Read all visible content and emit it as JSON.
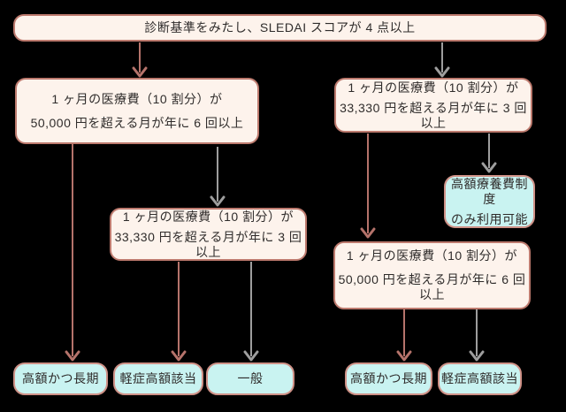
{
  "colors": {
    "background": "#000000",
    "condition_box_fill": "#fdf3ec",
    "condition_box_border": "#bd7a6e",
    "result_box_fill": "#c9f3f1",
    "result_box_border": "#cf9187",
    "arrow_accent_red": "#b5736b",
    "arrow_neutral_gray": "#9e9e9e",
    "text": "#2f2c2b"
  },
  "flowchart": {
    "root": {
      "text": "診断基準をみたし、SLEDAI スコアが 4 点以上"
    },
    "left_branch": {
      "condition1": {
        "line1": "1 ヶ月の医療費（10 割分）が",
        "line2": "50,000 円を超える月が年に 6 回以上"
      },
      "condition2": {
        "line1": "1 ヶ月の医療費（10 割分）が",
        "line2": "33,330 円を超える月が年に 3 回以上"
      },
      "result_yes": {
        "text": "高額かつ長期"
      },
      "result_mid": {
        "text": "軽症高額該当"
      },
      "result_no": {
        "text": "一般"
      }
    },
    "right_branch": {
      "condition1": {
        "line1": "1 ヶ月の医療費（10 割分）が",
        "line2": "33,330 円を超える月が年に 3 回以上"
      },
      "info": {
        "line1": "高額療養費制度",
        "line2": "のみ利用可能"
      },
      "condition2": {
        "line1": "1 ヶ月の医療費（10 割分）が",
        "line2": "50,000 円を超える月が年に 6 回以上"
      },
      "result_yes": {
        "text": "高額かつ長期"
      },
      "result_no": {
        "text": "軽症高額該当"
      }
    }
  }
}
